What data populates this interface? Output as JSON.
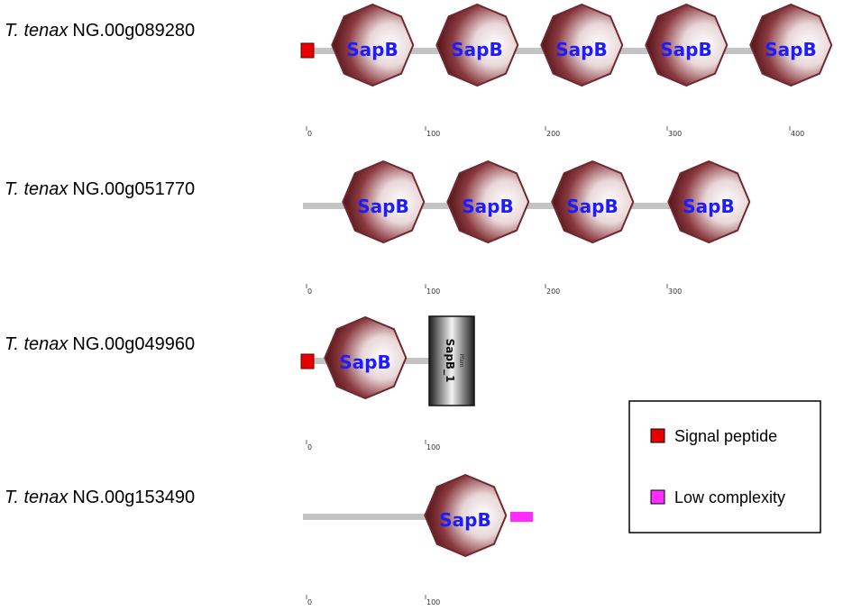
{
  "genes": [
    {
      "species": "T. tenax",
      "id": "NG.00g089280",
      "domains": [
        "SapB",
        "SapB",
        "SapB",
        "SapB",
        "SapB"
      ],
      "ticks": [
        "0",
        "100",
        "200",
        "300",
        "400"
      ]
    },
    {
      "species": "T. tenax",
      "id": "NG.00g051770",
      "domains": [
        "SapB",
        "SapB",
        "SapB",
        "SapB"
      ],
      "ticks": [
        "0",
        "100",
        "200",
        "300"
      ]
    },
    {
      "species": "T. tenax",
      "id": "NG.00g049960",
      "domains": [
        "SapB"
      ],
      "pfam": {
        "source": "Pfam",
        "name": "SapB_1"
      },
      "ticks": [
        "0",
        "100"
      ]
    },
    {
      "species": "T. tenax",
      "id": "NG.00g153490",
      "domains": [
        "SapB"
      ],
      "ticks": [
        "0",
        "100"
      ]
    }
  ],
  "legend": [
    {
      "label": "Signal peptide",
      "color": "#e60000"
    },
    {
      "label": "Low complexity",
      "color": "#ff2bff"
    }
  ],
  "colors": {
    "domain_fill_dark": "#5a1218",
    "domain_fill_light": "#ffffff",
    "domain_label": "#1c1cff",
    "backbone": "#c4c4c4"
  }
}
